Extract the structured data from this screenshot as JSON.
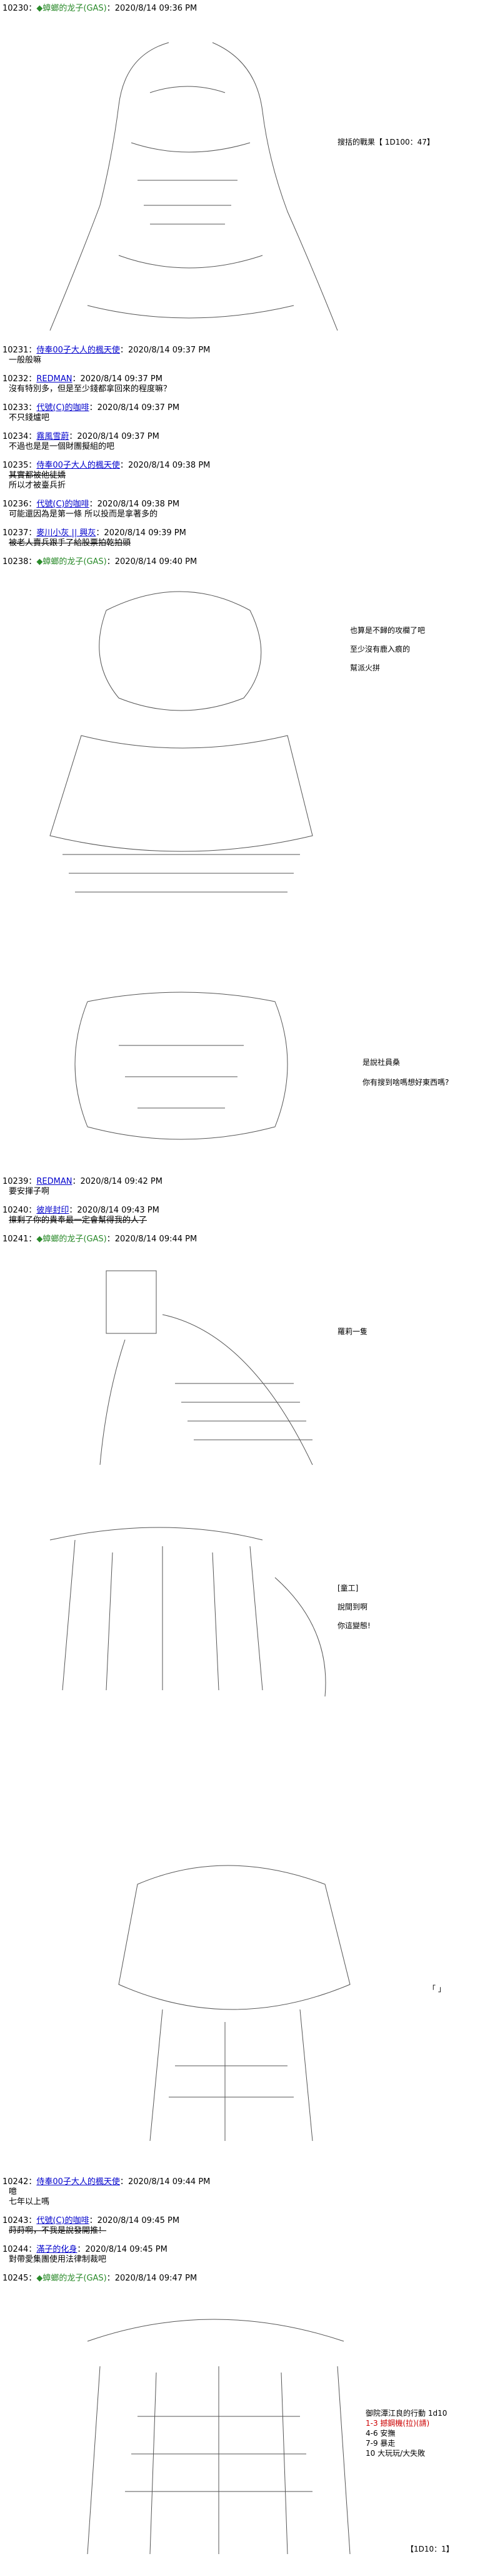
{
  "posts": [
    {
      "num": "10230",
      "name": "◆蟑螂的龙子(GAS)",
      "date": "2020/8/14 09:36 PM"
    },
    {
      "num": "10231",
      "name": "侍奉00子大人的楓天使",
      "date": "2020/8/14 09:37 PM",
      "lines": [
        "一般般嘛"
      ]
    },
    {
      "num": "10232",
      "name": "REDMAN",
      "date": "2020/8/14 09:37 PM",
      "lines": [
        "沒有特別多，但是至少錢都拿回來的程度嘛？"
      ]
    },
    {
      "num": "10233",
      "name": "代號(C)的咖啡",
      "date": "2020/8/14 09:37 PM",
      "lines": [
        "不只錢爐吧"
      ]
    },
    {
      "num": "10234",
      "name": "霧風雪蔚",
      "date": "2020/8/14 09:37 PM",
      "lines": [
        "不過也是是一個財團擬組的吧"
      ]
    },
    {
      "num": "10235",
      "name": "侍奉00子大人的楓天使",
      "date": "2020/8/14 09:38 PM",
      "lines": [
        "其實都被他徒嬌",
        "所以才被臺兵折"
      ]
    },
    {
      "num": "10236",
      "name": "代號(C)的咖啡",
      "date": "2020/8/14 09:38 PM",
      "lines": [
        "可能還因為是第一條 所以投而是拿著多的"
      ]
    },
    {
      "num": "10237",
      "name": "麥川小灰 || 興灰",
      "date": "2020/8/14 09:39 PM",
      "lines": [
        "被老人賣兵跟手了給股票拍乾拍頭"
      ]
    },
    {
      "num": "10238",
      "name": "◆蟑螂的龙子(GAS)",
      "date": "2020/8/14 09:40 PM"
    },
    {
      "num": "10239",
      "name": "REDMAN",
      "date": "2020/8/14 09:42 PM",
      "lines": [
        "要安揮子啊"
      ]
    },
    {
      "num": "10240",
      "name": "彼岸封印",
      "date": "2020/8/14 09:43 PM",
      "lines": [
        "擦剩了你的貴奉最一定會幫得我的人了"
      ]
    },
    {
      "num": "10241",
      "name": "◆蟑螂的龙子(GAS)",
      "date": "2020/8/14 09:44 PM"
    },
    {
      "num": "10242",
      "name": "侍奉00子大人的楓天使",
      "date": "2020/8/14 09:44 PM",
      "lines": [
        "噫",
        "七年以上嗎"
      ]
    },
    {
      "num": "10243",
      "name": "代號(C)的咖啡",
      "date": "2020/8/14 09:45 PM",
      "lines": [
        "莳莳啊，不我是說發開推！"
      ]
    },
    {
      "num": "10244",
      "name": "滿子的化身",
      "date": "2020/8/14 09:45 PM",
      "lines": [
        "對帶愛集團使用法律制裁吧"
      ]
    },
    {
      "num": "10245",
      "name": "◆蟑螂的龙子(GAS)",
      "date": "2020/8/14 09:47 PM"
    }
  ],
  "aa_texts": {
    "t1": "搜括的戰果【 1D100：47】",
    "t2a": "也算是不歸的攻欄了吧",
    "t2b": "至少沒有鹿入痕的",
    "t2c": "幫派火拼",
    "t3a": "是說社員桑",
    "t3b": "你有搜到啥嗎想好東西嗎?",
    "t4": "羅莉一隻",
    "t5a": "[童工]",
    "t5b": "說間到啊",
    "t5c": "你這變態!",
    "t6": "「 」",
    "t7a": "御院潭江良的行動 1d10",
    "t7b": "1-3 撼鋼機(拉)(請)",
    "t7c": "4-6 安撫",
    "t7d": "7-9 暴走",
    "t7e": "10 大玩玩/大失敗",
    "t8": "【1D10：1】"
  },
  "colors": {
    "link": "#0000cc",
    "green": "#2a8a2a",
    "red": "#cc0000"
  }
}
